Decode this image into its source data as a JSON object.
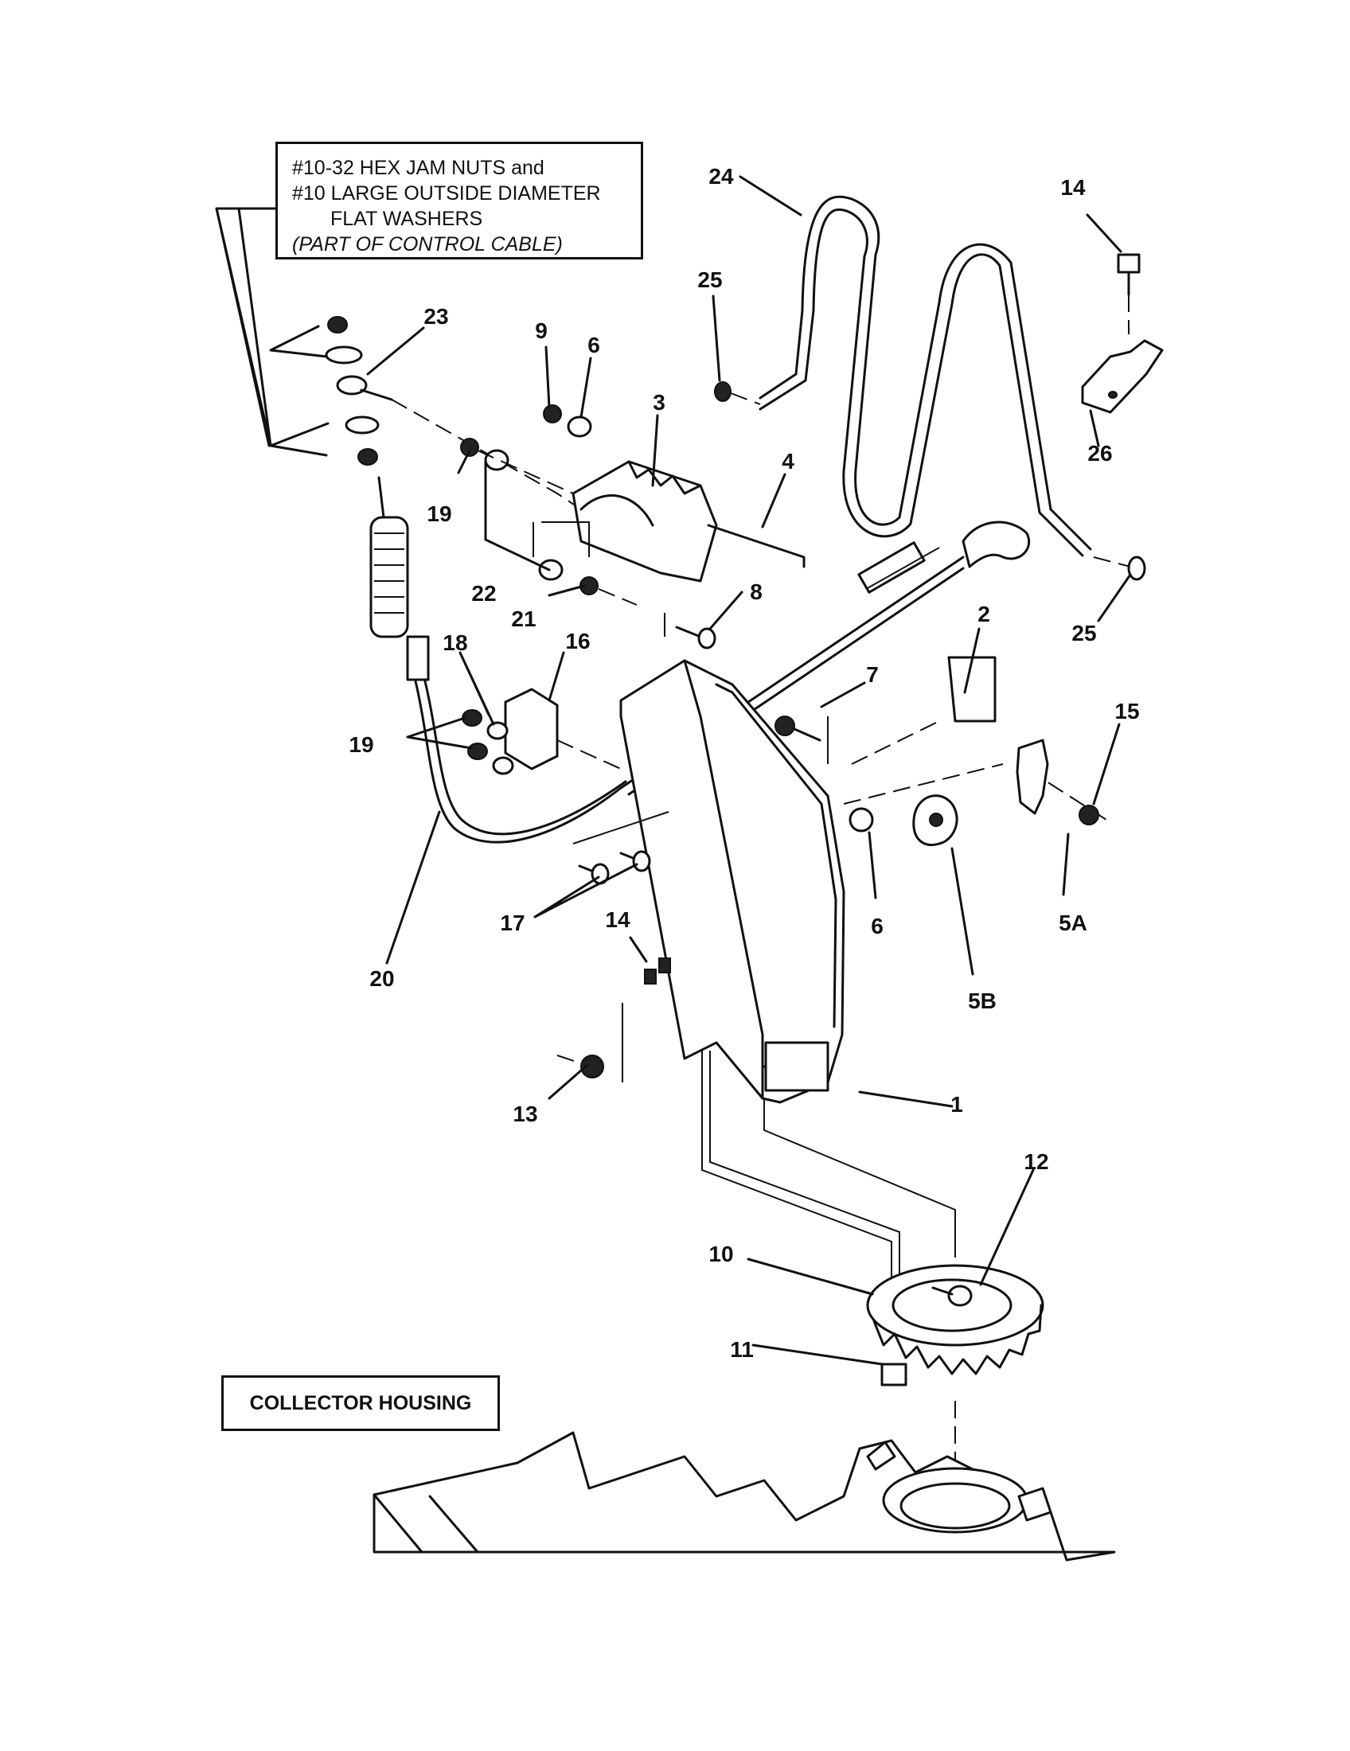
{
  "note": {
    "line1": "#10-32 HEX JAM NUTS and",
    "line2": "#10 LARGE OUTSIDE DIAMETER",
    "line3": "FLAT WASHERS",
    "line4": "(PART OF CONTROL CABLE)"
  },
  "housing_label": "COLLECTOR HOUSING",
  "callouts": {
    "c1": "1",
    "c2": "2",
    "c3": "3",
    "c4": "4",
    "c5a": "5A",
    "c5b": "5B",
    "c6a": "6",
    "c6b": "6",
    "c7": "7",
    "c8": "8",
    "c9": "9",
    "c10": "10",
    "c11": "11",
    "c12": "12",
    "c13": "13",
    "c14a": "14",
    "c14b": "14",
    "c15": "15",
    "c16": "16",
    "c17": "17",
    "c18": "18",
    "c19a": "19",
    "c19b": "19",
    "c20": "20",
    "c21": "21",
    "c22": "22",
    "c23": "23",
    "c24": "24",
    "c25a": "25",
    "c25b": "25",
    "c26": "26"
  }
}
